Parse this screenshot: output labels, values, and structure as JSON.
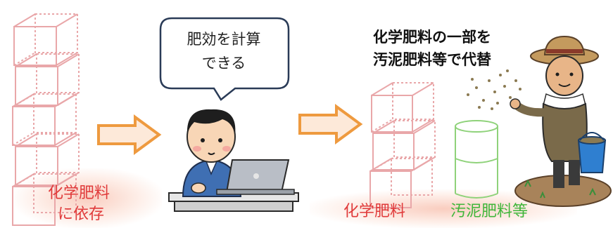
{
  "left_label": {
    "line1": "化学肥料",
    "line2": "に依存"
  },
  "speech_bubble": {
    "line1": "肥効を計算",
    "line2": "できる"
  },
  "headline": {
    "line1": "化学肥料の一部を",
    "line2": "汚泥肥料等で代替"
  },
  "bottom_labels": {
    "chemical": "化学肥料",
    "sludge": "汚泥肥料等"
  },
  "colors": {
    "cube_outline": "#e9a7a9",
    "cylinder_outline": "#8fd27a",
    "arrow_fill": "#fde9d9",
    "arrow_stroke": "#ee9a3f",
    "label_red": "#e03a3a",
    "label_green": "#3fb63a"
  },
  "icons": [
    "stacked-cubes-icon",
    "arrow-right-icon",
    "speech-bubble-icon",
    "person-with-laptop-icon",
    "cylinder-icon",
    "farmer-icon"
  ]
}
